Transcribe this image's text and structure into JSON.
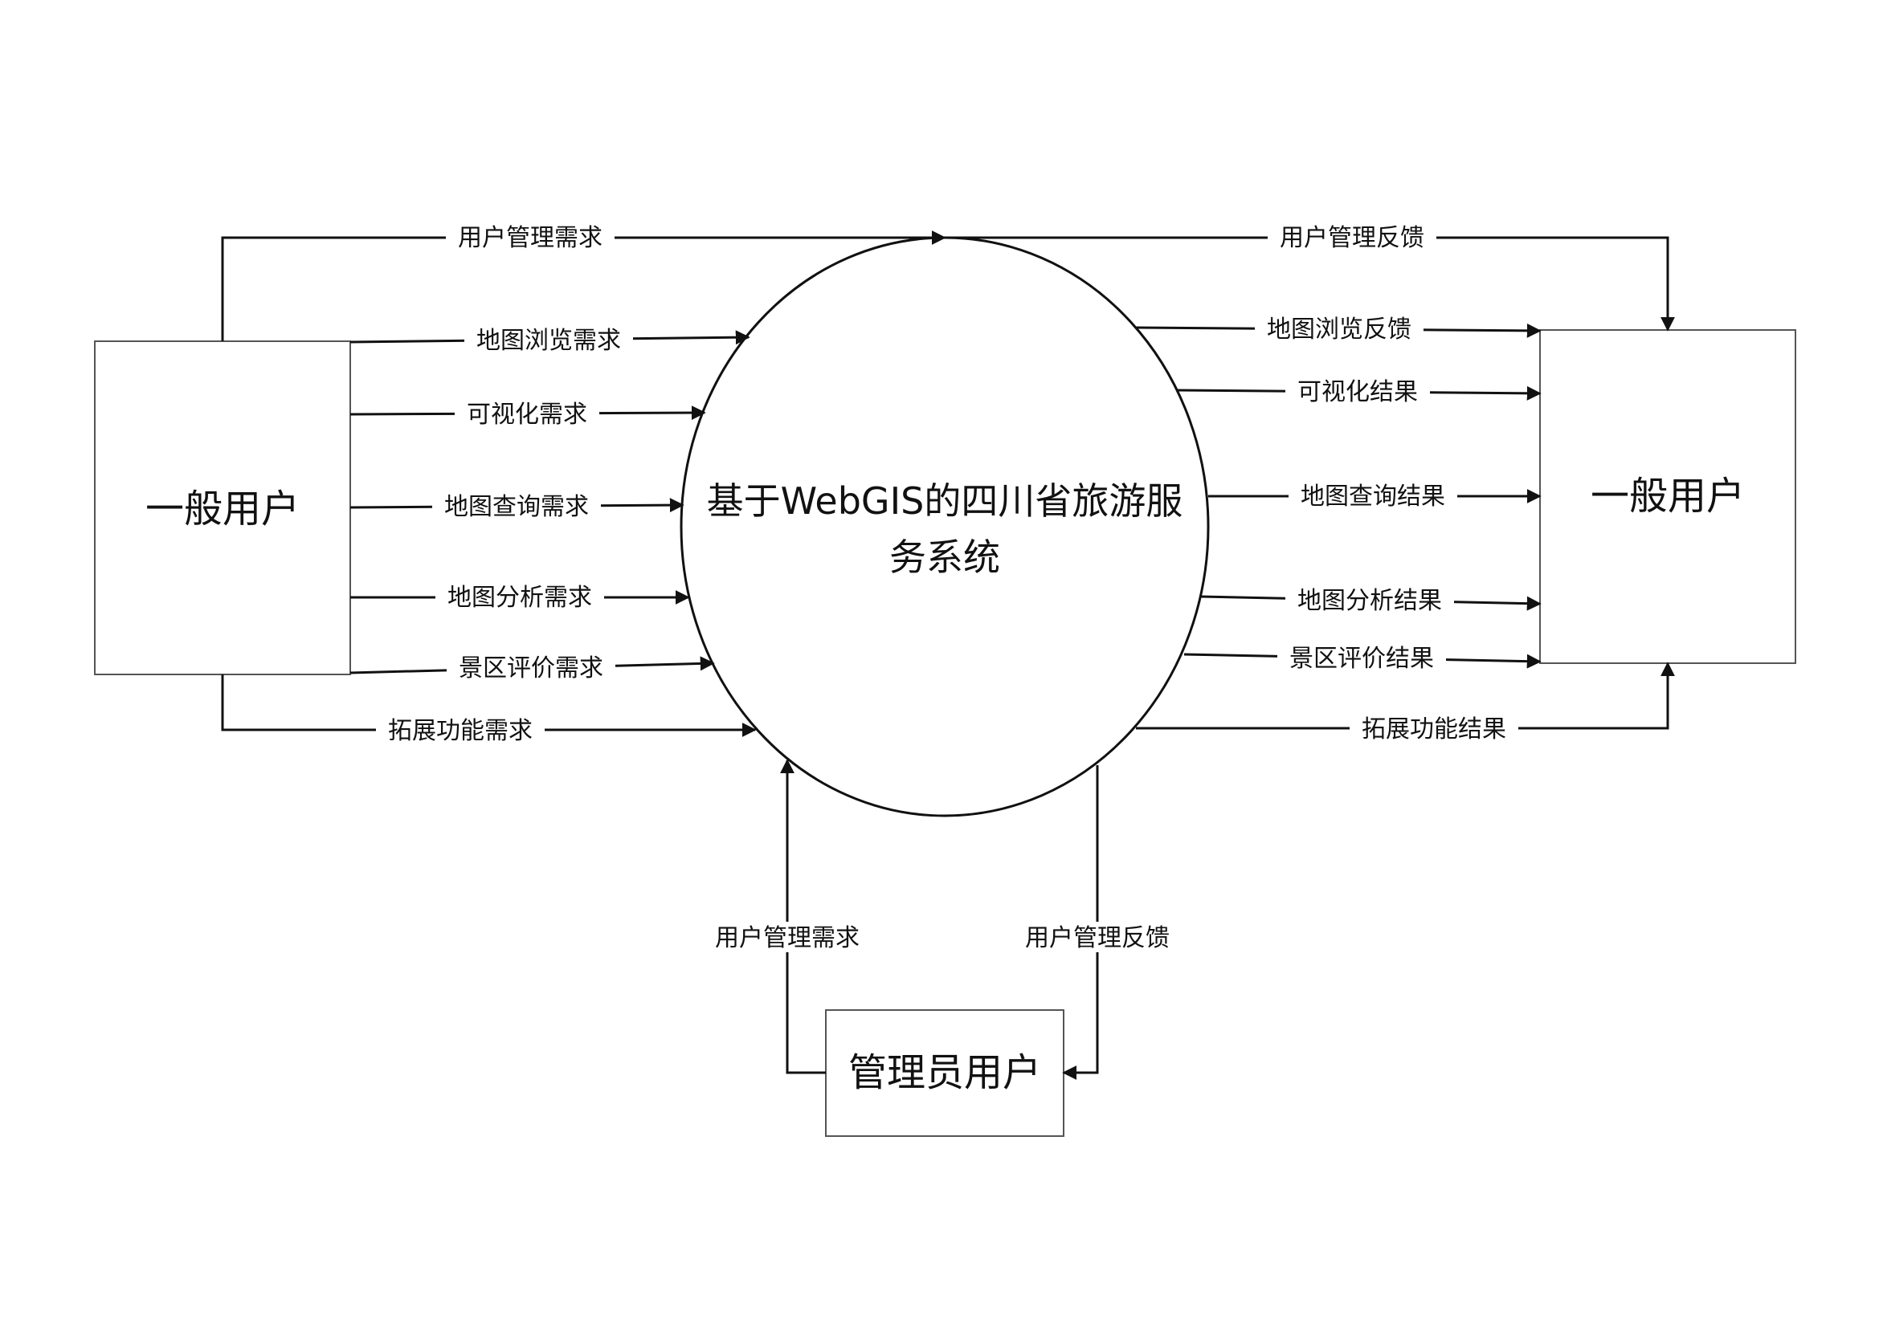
{
  "entities": {
    "left_user": "一般用户",
    "right_user": "一般用户",
    "admin_user": "管理员用户"
  },
  "process": {
    "line1": "基于WebGIS的四川省旅游服",
    "line2": "务系统"
  },
  "flows": {
    "in_user_mgmt": "用户管理需求",
    "in_map_browse": "地图浏览需求",
    "in_visual": "可视化需求",
    "in_map_query": "地图查询需求",
    "in_map_analysis": "地图分析需求",
    "in_scenic_eval": "景区评价需求",
    "in_ext_func": "拓展功能需求",
    "out_user_mgmt": "用户管理反馈",
    "out_map_browse": "地图浏览反馈",
    "out_visual": "可视化结果",
    "out_map_query": "地图查询结果",
    "out_map_analysis": "地图分析结果",
    "out_scenic_eval": "景区评价结果",
    "out_ext_func": "拓展功能结果",
    "admin_req": "用户管理需求",
    "admin_fb": "用户管理反馈"
  }
}
